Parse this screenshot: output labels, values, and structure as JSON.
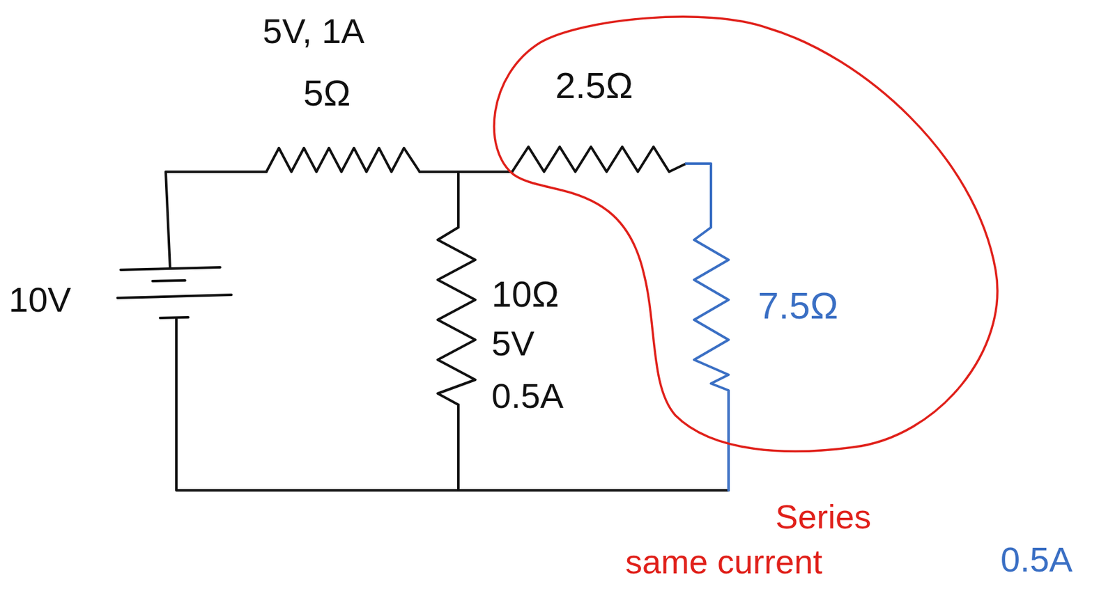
{
  "diagram": {
    "labels": [
      "5V, 1A",
      "5Ω",
      "2.5Ω",
      "10V",
      "10Ω",
      "7.5Ω",
      "5V",
      "0.5A",
      "Series",
      "same current",
      "0.5A"
    ]
  }
}
